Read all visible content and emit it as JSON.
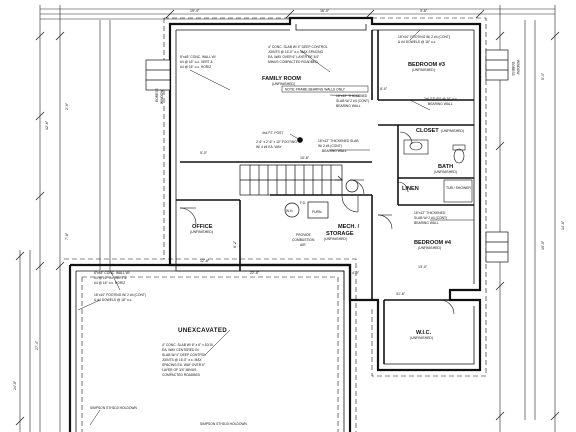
{
  "rooms": {
    "family_room": {
      "name": "FAMILY ROOM",
      "status": "(UNFINISHED)"
    },
    "bedroom3": {
      "name": "BEDROOM #3",
      "status": "(UNFINISHED)"
    },
    "closet": {
      "name": "CLOSET",
      "status": "(UNFINISHED)"
    },
    "bath": {
      "name": "BATH",
      "status": "(UNFINISHED)"
    },
    "linen": {
      "name": "LINEN"
    },
    "tub_shower": {
      "name": "TUB / SHOWER"
    },
    "office": {
      "name": "OFFICE",
      "status": "(UNFINISHED)"
    },
    "mech_storage": {
      "name": "MECH. /",
      "name2": "STORAGE",
      "status": "(UNFINISHED)"
    },
    "bedroom4": {
      "name": "BEDROOM #4",
      "status": "(UNFINISHED)"
    },
    "wic": {
      "name": "W.I.C.",
      "status": "(UNFINISHED)"
    },
    "unexcavated": {
      "name": "UNEXCAVATED"
    }
  },
  "fixtures": {
    "wh": "W.H.",
    "fd": "F.D.",
    "furn": "FURN.",
    "provide_air": "PROVIDE",
    "provide_air2": "COMBUSTION",
    "provide_air3": "AIR"
  },
  "notes": {
    "slab_top": [
      "4\" CONC. SLAB W/ 4\" DEEP CONTROL",
      "JOINTS @ 16'-0\" o.c. MAX SPACING",
      "EA. WAY OVER 6\" LAYER OF 3/4\"",
      "MINUS COMPACTED ROADBED"
    ],
    "frame_bearing": "NOTE: FRAME BEARING WALLS ONLY",
    "thickened_slab_top": [
      "16\"x12\" THICKENED",
      "SLAB W/ 2 #4 (CONT)"
    ],
    "bearing_wall_top": "BEARING WALL",
    "post": "4x4 P.T. POST",
    "footing_post": [
      "2'-6\" x 2'-6\" x 10\" FOOTING",
      "W/ 4 #4 EA. WAY"
    ],
    "thickened_mid": [
      "16\"x12\" THICKENED SLAB",
      "W/ 2 #4 (CONT)"
    ],
    "bearing_wall_mid": "BEARING WALL",
    "footing_br3": [
      "16\"x10\" FOOTING W/ 2 #4 (CONT)",
      "& #4 DOWELS @ 18\" o.c."
    ],
    "bearing_bath": [
      "2x6 STUDS @ 16\" o.c.",
      "BEARING WALL"
    ],
    "wall_left": [
      "8\"x48\" CONC. WALL W/",
      "#4 @ 16\" o.c. VERT &",
      "#4 @ 16\" o.c. HORIZ"
    ],
    "wall_lower_left": [
      "8\"x48\" CONC. WALL W/",
      "#4 @ 16\" o.c. VERT &",
      "#4 @ 16\" o.c. HORIZ"
    ],
    "footing_lower_left": [
      "16\"x10\" FOOTING W/ 2 #4 (CONT)",
      "& #4 DOWELS @ 18\" o.c."
    ],
    "thickened_br4": [
      "16\"x12\" THICKENED",
      "SLAB W/ 2 #4 (CONT)",
      "BEARING WALL"
    ],
    "slab_unexcavated": [
      "4\" CONC. SLAB W/ 6\" x 6\" x 10/10",
      "EA. WAY CENTERED IN",
      "SLAB W/ 4\" DEEP CONTROL",
      "JOINTS @ 16'-0\" o.c. MAX",
      "SPACING EA. WAY OVER 6\"",
      "LAYER OF 3/4\" MINUS",
      "COMPACTED ROADBED"
    ],
    "holdown_1": "SIMPSON STHD10 HOLDOWN",
    "holdown_2": "SIMPSON STHD10 HOLDOWN",
    "egress_left": [
      "EGRESS",
      "WINDOW"
    ],
    "egress_right": [
      "EGRESS",
      "WINDOW"
    ]
  },
  "dimensions": {
    "d1": "19'-4\"",
    "d2": "16'-0\"",
    "d3": "3'-6\"",
    "d4": "5'-0\"",
    "d5": "10'-8\"",
    "d6": "8'-0\"",
    "d7": "12'-8\"",
    "d8": "22'-8\"",
    "d9": "4'-0\"",
    "d10": "31'-6\"",
    "d11": "13'-0\"",
    "d12": "12'-6\"",
    "d13": "2'-6\"",
    "d14": "7'-8\"",
    "d15": "5'-4\"",
    "d16": "19'-0\"",
    "d17": "14'-6\"",
    "d18": "27'-4\"",
    "d19": "24'-0\"",
    "d20": "6'-2\""
  }
}
